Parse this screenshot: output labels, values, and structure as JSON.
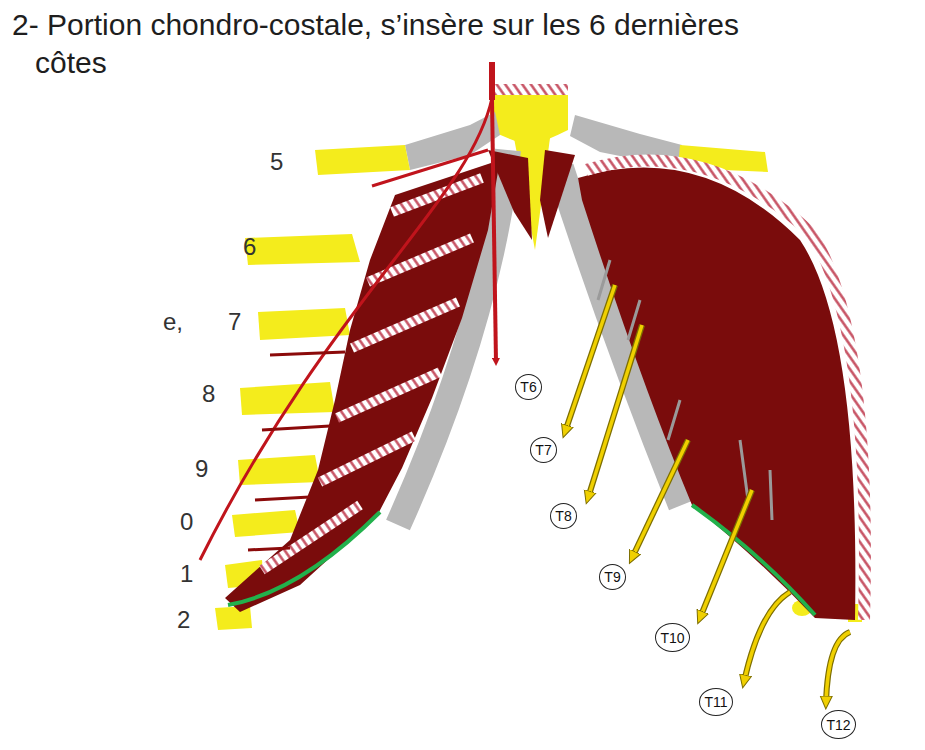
{
  "diagram": {
    "title": "2- Portion chondro-costale, s’insère sur les 6 dernières côtes",
    "nodes": [
      {
        "text": [
          "T6"
        ]
      },
      {
        "text": [
          "T7"
        ]
      },
      {
        "text": [
          "T8"
        ]
      },
      {
        "text": [
          "T9"
        ]
      },
      {
        "text": [
          "T10"
        ]
      },
      {
        "text": [
          "T11"
        ]
      },
      {
        "text": [
          "T12"
        ]
      }
    ],
    "labels": [
      "5",
      "6",
      "e,",
      "7",
      "8",
      "9",
      "0",
      "1",
      "2"
    ]
  }
}
